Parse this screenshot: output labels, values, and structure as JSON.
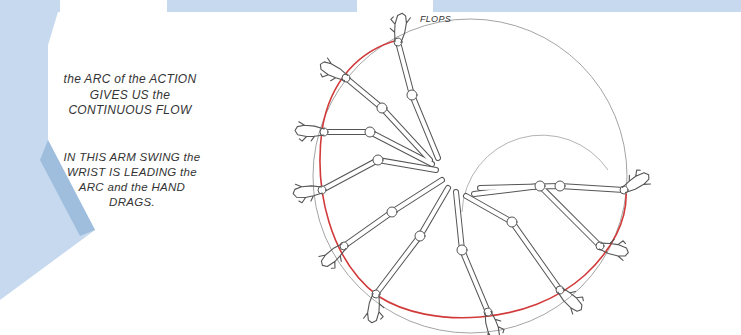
{
  "diagram": {
    "labels": [
      "the ARC of the ACTION GIVES US the CONTINUOUS FLOW",
      "IN THIS ARM SWING the WRIST IS LEADING the ARC and the HAND DRAGS.",
      "FLOPS"
    ]
  }
}
